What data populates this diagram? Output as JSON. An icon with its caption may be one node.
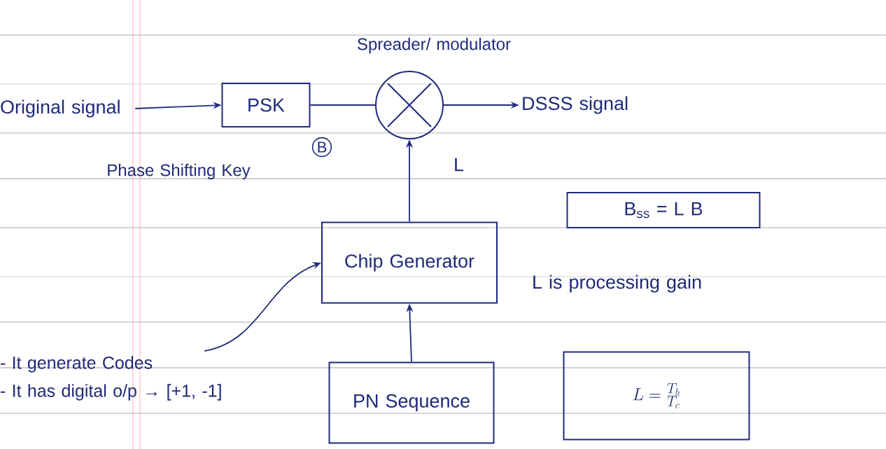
{
  "diagram": {
    "nodes": [
      {
        "text": [
          "Original signal"
        ]
      },
      {
        "text": [
          "PSK"
        ],
        "beside": [
          "Phase Shifting Key"
        ]
      },
      {
        "text": [
          "B"
        ]
      },
      {
        "text": [],
        "shape": "circle",
        "beside": [
          "Spreader/ modulator"
        ]
      },
      {
        "text": [
          "DSSS signal"
        ]
      },
      {
        "text": [
          "Chip Generator"
        ]
      },
      {
        "text": [
          "PN Sequence"
        ]
      },
      {
        "text": [
          "- It generate Codes",
          "- It has digital o/p → [+1, -1]"
        ]
      },
      {
        "text": [
          "B$_{ss}$ = L B"
        ]
      },
      {
        "text": [
          "L = \\frac{T_b}{T_c}"
        ]
      }
    ],
    "edges": [
      {
        "from": 0,
        "to": 1,
        "arrow": "to"
      },
      {
        "from": 1,
        "to": 3,
        "arrow": "none"
      },
      {
        "from": 3,
        "to": 4,
        "arrow": "to"
      },
      {
        "from": 5,
        "to": 3,
        "arrow": "to"
      },
      {
        "from": 7,
        "to": 5,
        "arrow": "to"
      },
      {
        "from": 6,
        "to": 5,
        "arrow": "to"
      }
    ],
    "labels": [
      "L",
      "L is processing gain"
    ]
  }
}
